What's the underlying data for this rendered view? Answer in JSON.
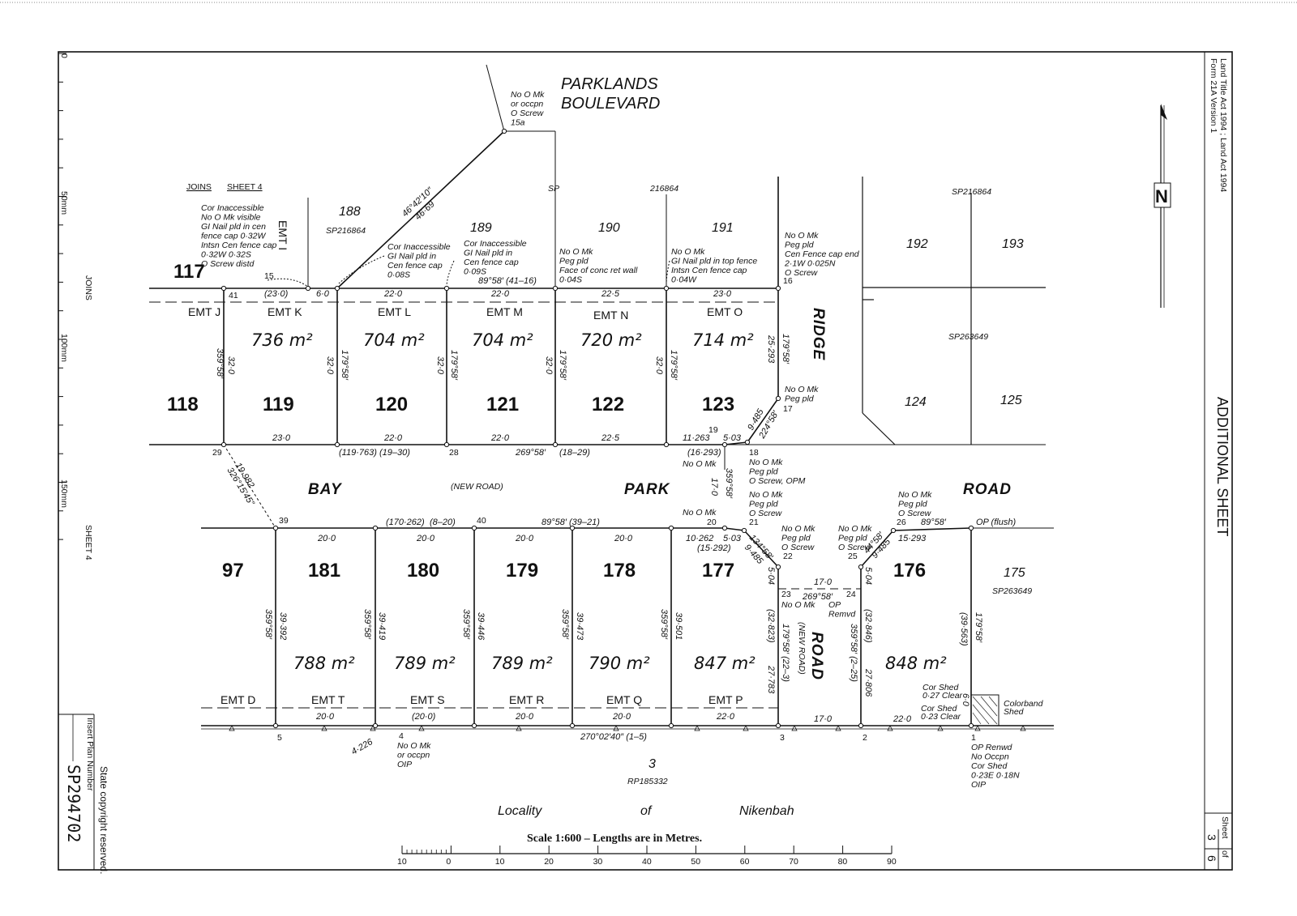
{
  "header": {
    "legislation": "Land Title Act 1994 ; Land Act 1994",
    "form": "Form 21A Version 1",
    "sheet_type": "ADDITIONAL SHEET"
  },
  "plan": {
    "insert_label": "Insert Plan Number",
    "number": "SP294702",
    "copyright": "State copyright reserved.",
    "sheet_label": "Sheet",
    "sheet_of": "of",
    "sheet_no": "3",
    "sheet_total": "6"
  },
  "north": {
    "label": "N"
  },
  "ruler": {
    "marks": [
      "0",
      "50mm",
      "100mm",
      "150mm"
    ]
  },
  "margin_notes": {
    "joins": "JOINS",
    "sheet4": "SHEET 4"
  },
  "joins": {
    "label": "JOINS",
    "sheet": "SHEET 4"
  },
  "roads": {
    "parklands": [
      "PARKLANDS",
      "BOULEVARD"
    ],
    "bay": "BAY",
    "park": "PARK",
    "road": "ROAD",
    "new_road": "(NEW ROAD)",
    "ridge": "RIDGE",
    "ridge_road": "ROAD",
    "ridge_new": "(NEW ROAD)"
  },
  "lots_upper": [
    {
      "lot": "119",
      "area": "736",
      "easement": "EMT K"
    },
    {
      "lot": "120",
      "area": "704",
      "easement": "EMT L"
    },
    {
      "lot": "121",
      "area": "704",
      "easement": "EMT M"
    },
    {
      "lot": "122",
      "area": "720",
      "easement": "EMT N"
    },
    {
      "lot": "123",
      "area": "714",
      "easement": "EMT O"
    }
  ],
  "lots_lower": [
    {
      "lot": "181",
      "area": "788",
      "easement": "EMT T"
    },
    {
      "lot": "180",
      "area": "789",
      "easement": "EMT S"
    },
    {
      "lot": "179",
      "area": "789",
      "easement": "EMT R"
    },
    {
      "lot": "178",
      "area": "790",
      "easement": "EMT Q"
    },
    {
      "lot": "177",
      "area": "847",
      "easement": "EMT P"
    },
    {
      "lot": "176",
      "area": "848",
      "easement": ""
    }
  ],
  "area_unit": "m²",
  "adjoining": {
    "lot117": "117",
    "lot118": "118",
    "lot97": "97",
    "emt_j": "EMT J",
    "emt_i": "EMT I",
    "emt_d": "EMT D",
    "lot188": "188",
    "sp188": "SP216864",
    "lot189": "189",
    "lot190": "190",
    "lot191": "191",
    "sp_a": "SP",
    "sp_b": "216864",
    "lot192": "192",
    "lot193": "193",
    "sp192": "SP216864",
    "sp_mid": "SP263649",
    "lot124": "124",
    "lot125": "125",
    "lot175": "175",
    "sp175": "SP263649",
    "lot3": "3",
    "rp3": "RP185332"
  },
  "dimensions": {
    "top_row": [
      "(23·0)",
      "6·0",
      "22·0",
      "22·0",
      "22·5",
      "23·0"
    ],
    "top_bearing": "89°58′ (41–16)",
    "upper_bottom": [
      "23·0",
      "22·0",
      "22·0",
      "22·5",
      "11·263",
      "5·03"
    ],
    "upper_bottom_notes": [
      "(119·763)",
      "(19–30)",
      "269°58′",
      "(18–29)"
    ],
    "upper_vert": [
      "32·0",
      "359°58′",
      "32·0",
      "179°58′",
      "32·0",
      "179°58′",
      "32·0",
      "179°58′",
      "32·0",
      "179°58′",
      "25·293",
      "179°58′"
    ],
    "corner_upper": [
      "9·485",
      "224°58′",
      "(16·293)"
    ],
    "diag_left": [
      "19·982",
      "326°15′45″"
    ],
    "diag_top": [
      "46°42′10″",
      "46·69"
    ],
    "lower_top": [
      "20·0",
      "20·0",
      "20·0",
      "20·0",
      "10·262",
      "15·293"
    ],
    "lower_top_notes": [
      "(170·262)",
      "(8–20)",
      "89°58′ (39–21)",
      "5·03",
      "(15·292)",
      "89°58′",
      "OP (flush)"
    ],
    "road_vert": [
      "17·0",
      "359°58′"
    ],
    "lower_vert": [
      "39·392",
      "359°58′",
      "39·419",
      "359°58′",
      "39·446",
      "359°58′",
      "39·473",
      "359°58′",
      "39·501",
      "359°58′"
    ],
    "ridge_vert": [
      "(32·823)",
      "179°58′ (22–3)",
      "27·783",
      "(32·846)",
      "359°58′ (2–25)",
      "27·806",
      "(39·563)",
      "179°58′"
    ],
    "ridge_top": [
      "17·0",
      "269°58′"
    ],
    "corner_lower": [
      "134°58′",
      "9·485",
      "5·04",
      "44°58′",
      "9·485",
      "5·04"
    ],
    "bottom_row": [
      "20·0",
      "(20·0)",
      "20·0",
      "20·0",
      "22·0",
      "17·0",
      "22·0"
    ],
    "bottom_bearing": "270°02′40″ (1–5)",
    "short": [
      "4·226",
      "6·0"
    ]
  },
  "stations": [
    "15",
    "41",
    "16",
    "17",
    "18",
    "19",
    "20",
    "21",
    "22",
    "23",
    "24",
    "25",
    "26",
    "28",
    "29",
    "39",
    "40",
    "1",
    "2",
    "3",
    "4",
    "5",
    "15a"
  ],
  "notes": {
    "n15a": [
      "No O Mk",
      "or occpn",
      "O Screw",
      "15a"
    ],
    "n15": [
      "Cor Inaccessible",
      "No O Mk visible",
      "GI Nail pld in cen",
      "fence cap 0·32W",
      "Intsn Cen fence cap",
      "0·32W 0·32S",
      "O Screw distd"
    ],
    "n_gi1": [
      "Cor Inaccessible",
      "GI Nail pld in",
      "Cen fence cap",
      "0·08S"
    ],
    "n_gi2": [
      "Cor Inaccessible",
      "GI Nail pld in",
      "Cen fence cap",
      "0·09S"
    ],
    "n_190": [
      "No O Mk",
      "Peg pld",
      "Face of conc ret wall",
      "0·04S"
    ],
    "n_191": [
      "No O Mk",
      "GI Nail pld in top fence",
      "Intsn Cen fence cap",
      "0·04W"
    ],
    "n16": [
      "No O Mk",
      "Peg pld",
      "Cen Fence cap end",
      "2·1W 0·025N",
      "O Screw"
    ],
    "n17": [
      "No O Mk",
      "Peg pld"
    ],
    "n18": [
      "No O Mk"
    ],
    "n18b": [
      "No O Mk",
      "Peg pld",
      "O Screw, OPM"
    ],
    "n20": [
      "No O Mk"
    ],
    "n21": [
      "No O Mk",
      "Peg pld",
      "O Screw"
    ],
    "n22": [
      "No O Mk",
      "Peg pld",
      "O Screw"
    ],
    "n25": [
      "No O Mk",
      "Peg pld",
      "O Screw"
    ],
    "n26": [
      "No O Mk",
      "Peg pld",
      "O Screw"
    ],
    "n23": [
      "No O Mk"
    ],
    "n24": [
      "OP",
      "Remvd"
    ],
    "n4": [
      "No O Mk",
      "or occpn",
      "OIP"
    ],
    "n1": [
      "OP Renwd",
      "No Occpn",
      "Cor Shed",
      "0·23E 0·18N",
      "OIP"
    ],
    "shed1": [
      "Cor Shed",
      "0·27 Clear"
    ],
    "shed2": [
      "Cor Shed",
      "0·23 Clear"
    ],
    "colorbond": [
      "Colorband",
      "Shed"
    ]
  },
  "locality": {
    "a": "Locality",
    "b": "of",
    "c": "Nikenbah"
  },
  "scale": {
    "caption": "Scale 1:600  –  Lengths are in Metres.",
    "ticks": [
      "10",
      "0",
      "10",
      "20",
      "30",
      "40",
      "50",
      "60",
      "70",
      "80",
      "90"
    ]
  }
}
